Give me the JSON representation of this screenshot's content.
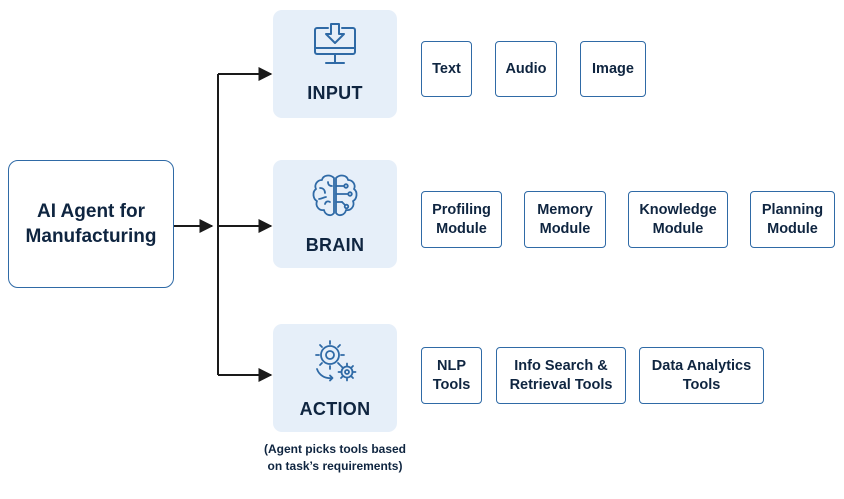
{
  "root": {
    "label": "AI Agent for Manufacturing"
  },
  "categories": [
    {
      "label": "INPUT",
      "icon": "monitor-download-icon",
      "items": [
        "Text",
        "Audio",
        "Image"
      ]
    },
    {
      "label": "BRAIN",
      "icon": "brain-circuit-icon",
      "items": [
        "Profiling Module",
        "Memory Module",
        "Knowledge Module",
        "Planning Module"
      ]
    },
    {
      "label": "ACTION",
      "icon": "gears-icon",
      "items": [
        "NLP Tools",
        "Info Search & Retrieval Tools",
        "Data Analytics Tools"
      ],
      "note": "(Agent picks tools based on task’s requirements)"
    }
  ],
  "colors": {
    "accent": "#2f6aa6",
    "category_bg": "#e6eff9",
    "connector": "#1a1a1a",
    "text": "#0f2540"
  }
}
